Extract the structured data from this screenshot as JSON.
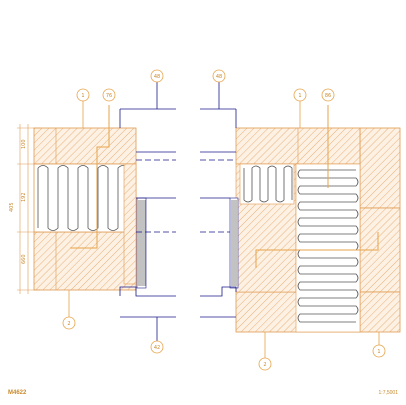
{
  "colors": {
    "brick": "#e8a468",
    "hatch": "#e2a060",
    "insulation_line": "#555555",
    "frame_line": "#1a1a8a",
    "dash_line": "#1a1a8a",
    "leader": "#e6a44a",
    "label_text": "#c98a2e",
    "mortar": "#e09a50"
  },
  "callouts": {
    "left_top_1": "1",
    "left_top_76": "76",
    "center_top_left_48": "48",
    "center_top_right_48": "48",
    "right_top_1": "1",
    "right_top_86": "86",
    "left_bottom_2": "2",
    "center_bottom_42": "42",
    "right_bottom_2": "2",
    "right_bottom_1": "1"
  },
  "dimensions": {
    "total": "405",
    "upper": "100",
    "middle": "192",
    "lower": "660"
  },
  "footer": {
    "drawing_code": "M4622",
    "scale": "1:7,5001"
  },
  "icons": [
    "callout-bubble",
    "crosshair-tick"
  ]
}
